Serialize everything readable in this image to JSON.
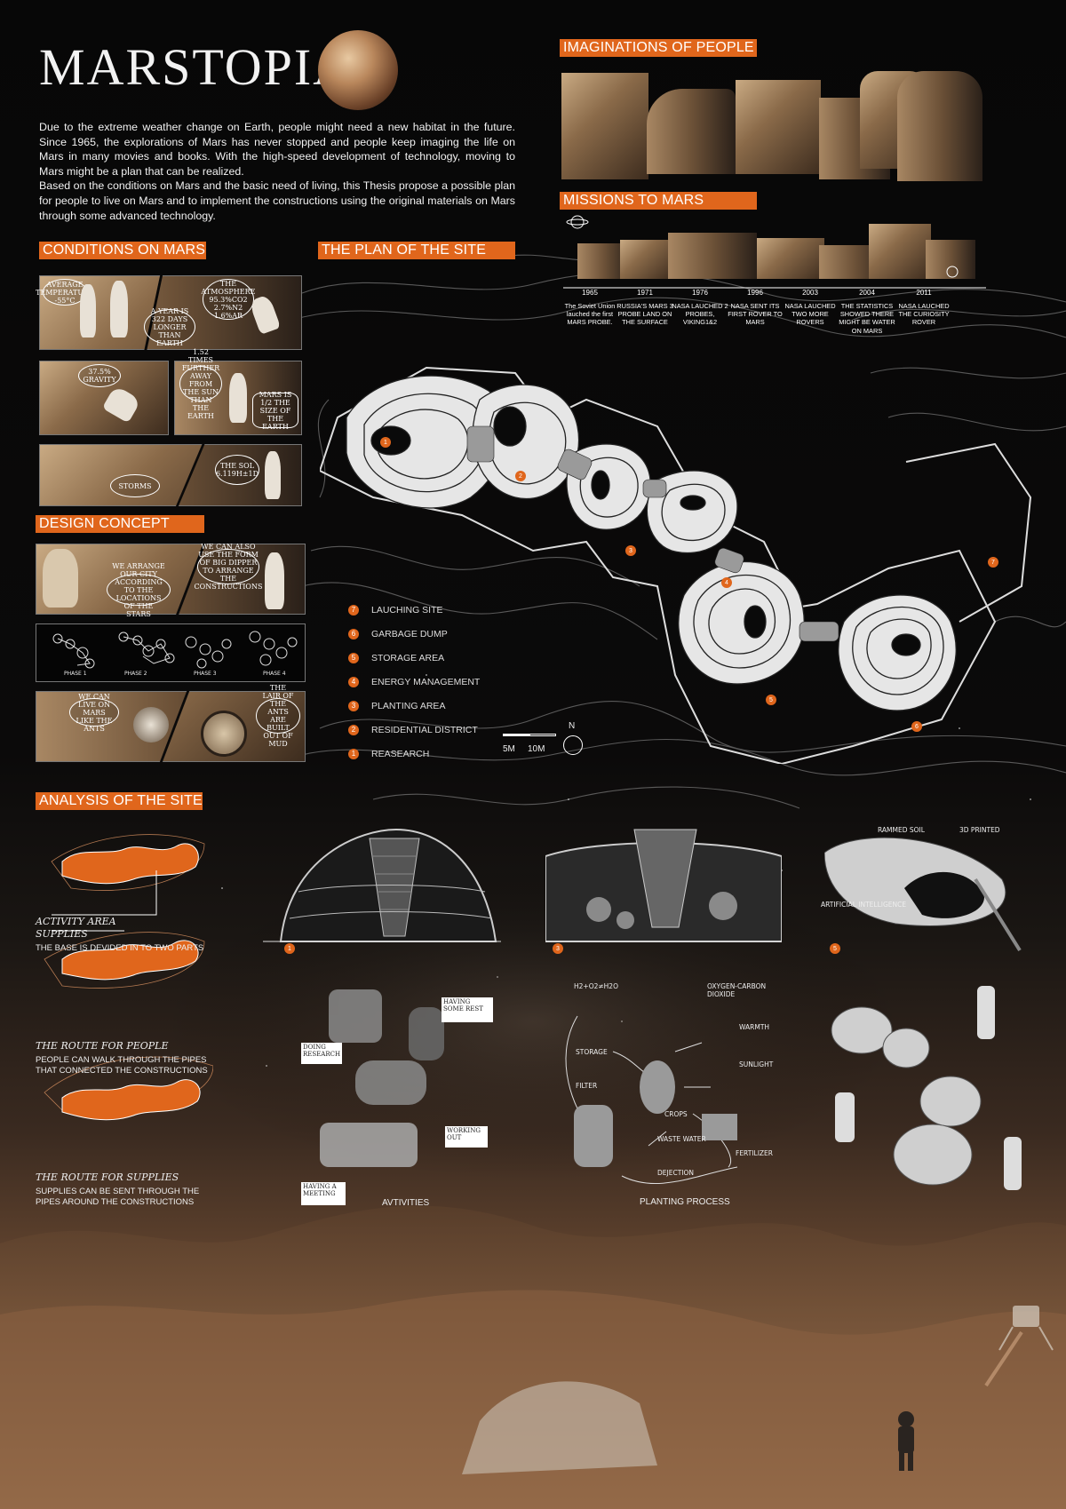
{
  "title": "MARSTOPIA",
  "intro": {
    "p1": "Due to the extreme weather change on Earth, people might need a new habitat in the future. Since 1965, the explorations of Mars has never stopped and  people keep imaging the life on Mars in many movies and books. With the high-speed development of technology, moving to Mars might be a plan that can be realized.",
    "p2": "Based on the conditions on Mars and the basic need of living, this Thesis propose a possible plan for people to live on Mars and to implement the constructions using the original materials on Mars  through some advanced technology."
  },
  "sections": {
    "imaginations": "IMAGINATIONS OF PEOPLE",
    "missions": "MISSIONS TO MARS",
    "conditions": "CONDITIONS ON MARS",
    "plan": "THE PLAN OF THE SITE",
    "concept": "DESIGN CONCEPT",
    "analysis": "ANALYSIS OF THE SITE"
  },
  "timeline": [
    {
      "year": "1965",
      "text": "The Soviet Union lauched the first MARS PROBE."
    },
    {
      "year": "1971",
      "text": "RUSSIA'S MARS 3 PROBE LAND ON THE SURFACE"
    },
    {
      "year": "1976",
      "text": "NASA LAUCHED 2 PROBES, VIKING1&2"
    },
    {
      "year": "1996",
      "text": "NASA SENT ITS FIRST ROVER TO MARS"
    },
    {
      "year": "2003",
      "text": "NASA LAUCHED TWO MORE ROVERS"
    },
    {
      "year": "2004",
      "text": "THE STATISTICS SHOWED THERE MIGHT BE WATER ON MARS"
    },
    {
      "year": "2011",
      "text": "NASA LAUCHED THE CURIOSITY ROVER"
    }
  ],
  "conditions": {
    "b1": "AVERAGE TEMPERATURE -55°C",
    "b2": "THE ATMOSPHERE 95.3%CO2 2.7%N2 1.6%AR",
    "b3": "A YEAR IS 322 DAYS LONGER THAN EARTH",
    "b4": "37.5% GRAVITY",
    "b5": "1.52 TIMES FURTHER AWAY FROM THE SUN THAN THE EARTH",
    "b6": "MARS IS 1/2 THE SIZE OF THE EARTH",
    "b7": "STORMS",
    "b8": "THE SOL 6.119H±1D"
  },
  "concept": {
    "b1": "WE ARRANGE OUR CITY ACCORDING TO THE LOCATIONS OF THE STARS",
    "b2": "WE CAN ALSO USE THE FORM OF BIG DIPPER TO ARRANGE THE CONSTRUCTIONS",
    "phases": [
      "PHASE 1",
      "PHASE 2",
      "PHASE 3",
      "PHASE 4"
    ],
    "b3": "WE CAN LIVE ON MARS LIKE THE ANTS",
    "b4": "THE LAIR OF THE ANTS ARE BUILT OUT OF MUD"
  },
  "legend": [
    {
      "num": "7",
      "label": "LAUCHING SITE"
    },
    {
      "num": "6",
      "label": "GARBAGE DUMP"
    },
    {
      "num": "5",
      "label": "STORAGE AREA"
    },
    {
      "num": "4",
      "label": "ENERGY MANAGEMENT"
    },
    {
      "num": "3",
      "label": "PLANTING AREA"
    },
    {
      "num": "2",
      "label": "RESIDENTIAL DISTRICT"
    },
    {
      "num": "1",
      "label": "REASEARCH"
    }
  ],
  "scale": {
    "a": "5M",
    "b": "10M",
    "north": "N"
  },
  "analysis": {
    "a1_title": "ACTIVITY AREA",
    "a1_sub": "SUPPLIES",
    "a1_desc": "THE BASE IS DEVIDED IN TO TWO PARTS",
    "a2_title": "THE ROUTE FOR PEOPLE",
    "a2_desc": "PEOPLE CAN WALK THROUGH THE PIPES THAT CONNECTED THE CONSTRUCTIONS",
    "a3_title": "THE ROUTE FOR SUPPLIES",
    "a3_desc": "SUPPLIES CAN BE SENT THROUGH THE PIPES AROUND THE CONSTRUCTIONS"
  },
  "activities": {
    "l1": "HAVING SOME REST",
    "l2": "DOING RESEARCH",
    "l3": "WORKING OUT",
    "l4": "HAVING A MEETING",
    "caption": "AVTIVITIES"
  },
  "planting": {
    "formula": "H2+O2≠H2O",
    "oxygen": "OXYGEN-CARBON DIOXIDE",
    "storage": "STORAGE",
    "warmth": "WARMTH",
    "sunlight": "SUNLIGHT",
    "filter": "FILTER",
    "crops": "CROPS",
    "waste": "WASTE WATER",
    "fertilizer": "FERTILIZER",
    "dejection": "DEJECTION",
    "caption": "PLANTING PROCESS"
  },
  "materials": {
    "rammed": "RAMMED SOIL",
    "printed": "3D PRINTED",
    "ai": "ARTIFICIAL INTELLIGENCE"
  },
  "section_nums": [
    "1",
    "3",
    "5"
  ],
  "plan_nums": [
    "1",
    "2",
    "3",
    "4",
    "5",
    "6",
    "7"
  ],
  "colors": {
    "accent": "#e0661c",
    "background": "#0a0908"
  }
}
